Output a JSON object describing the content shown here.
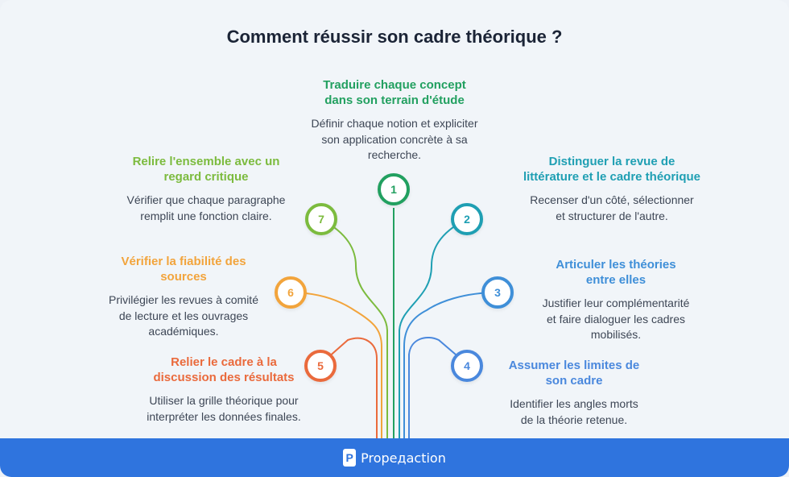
{
  "title": "Comment réussir son cadre théorique ?",
  "brand": "Proредaction",
  "steps": [
    {
      "number": "1",
      "heading": "Traduire chaque concept\ndans son terrain d'étude",
      "description": "Définir chaque notion et expliciter\nson application concrète à sa\nrecherche.",
      "color": "#22a060"
    },
    {
      "number": "2",
      "heading": "Distinguer la revue de\nlittérature et le cadre théorique",
      "description": "Recenser d'un côté, sélectionner\net structurer de l'autre.",
      "color": "#1f9fb3"
    },
    {
      "number": "3",
      "heading": "Articuler les théories\nentre elles",
      "description": "Justifier leur complémentarité\net faire dialoguer les cadres\nmobilisés.",
      "color": "#3f8fd8"
    },
    {
      "number": "4",
      "heading": "Assumer les limites de\nson cadre",
      "description": "Identifier les angles morts\nde la théorie retenue.",
      "color": "#4a88dd"
    },
    {
      "number": "5",
      "heading": "Relier le cadre à la\ndiscussion des résultats",
      "description": "Utiliser la grille théorique pour\ninterpréter les données finales.",
      "color": "#ea6a3c"
    },
    {
      "number": "6",
      "heading": "Vérifier la fiabilité des\nsources",
      "description": "Privilégier les revues à comité\nde lecture et les ouvrages\nacadémiques.",
      "color": "#f2a43c"
    },
    {
      "number": "7",
      "heading": "Relire l'ensemble avec un\nregard critique",
      "description": "Vérifier que chaque paragraphe\nremplit une fonction claire.",
      "color": "#7cbb3e"
    }
  ]
}
